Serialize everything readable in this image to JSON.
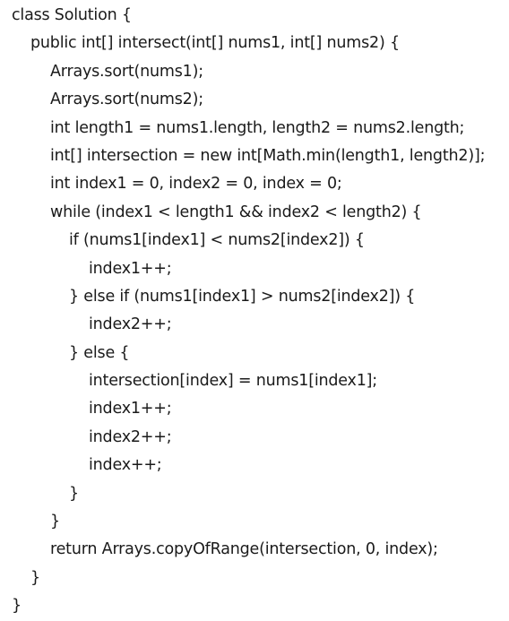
{
  "code": {
    "lines": [
      "class Solution {",
      "public int[] intersect(int[] nums1, int[] nums2) {",
      "Arrays.sort(nums1);",
      "Arrays.sort(nums2);",
      "int length1 = nums1.length, length2 = nums2.length;",
      "int[] intersection = new int[Math.min(length1, length2)];",
      "int index1 = 0, index2 = 0, index = 0;",
      "while (index1 < length1 && index2 < length2) {",
      "if (nums1[index1] < nums2[index2]) {",
      "index1++;",
      "} else if (nums1[index1] > nums2[index2]) {",
      "index2++;",
      "} else {",
      "intersection[index] = nums1[index1];",
      "index1++;",
      "index2++;",
      "index++;",
      "}",
      "}",
      "return Arrays.copyOfRange(intersection, 0, index);",
      "}",
      "}"
    ]
  }
}
